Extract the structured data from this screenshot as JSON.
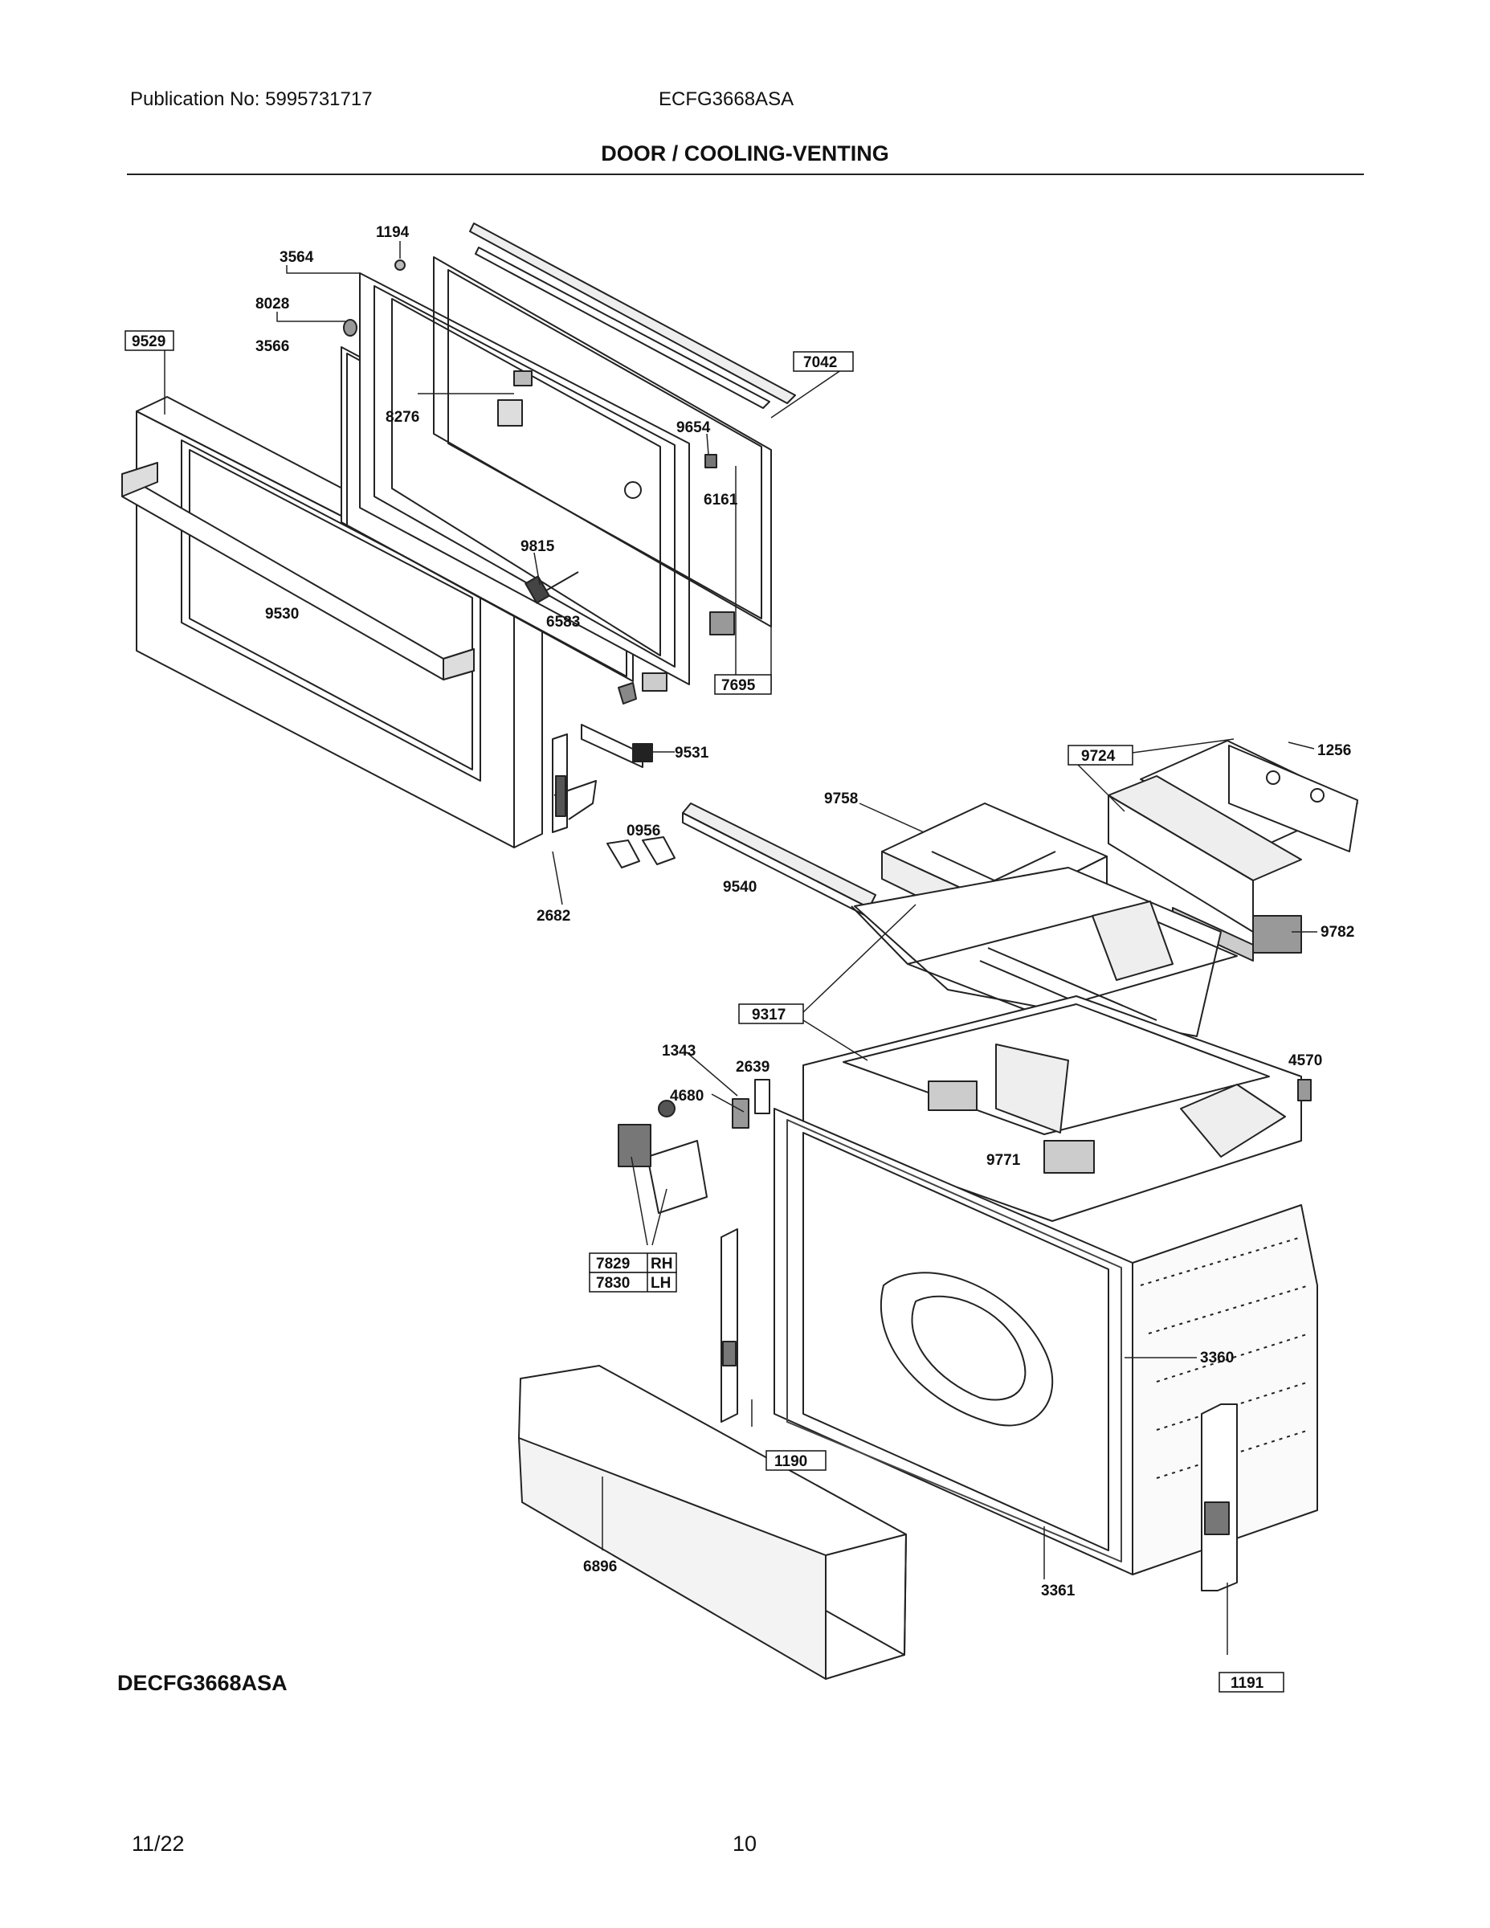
{
  "header": {
    "publication": "Publication No: 5995731717",
    "model": "ECFG3668ASA",
    "title": "DOOR / COOLING-VENTING"
  },
  "callouts": [
    {
      "id": "1194",
      "boxed": false
    },
    {
      "id": "3564",
      "boxed": false
    },
    {
      "id": "8028",
      "boxed": false
    },
    {
      "id": "9529",
      "boxed": true
    },
    {
      "id": "3566",
      "boxed": false
    },
    {
      "id": "7042",
      "boxed": true
    },
    {
      "id": "8276",
      "boxed": false
    },
    {
      "id": "9654",
      "boxed": false
    },
    {
      "id": "6161",
      "boxed": false
    },
    {
      "id": "9815",
      "boxed": false
    },
    {
      "id": "9530",
      "boxed": false
    },
    {
      "id": "6583",
      "boxed": false
    },
    {
      "id": "7695",
      "boxed": true
    },
    {
      "id": "9531",
      "boxed": false
    },
    {
      "id": "9724",
      "boxed": true
    },
    {
      "id": "1256",
      "boxed": false
    },
    {
      "id": "9758",
      "boxed": false
    },
    {
      "id": "0956",
      "boxed": false
    },
    {
      "id": "9540",
      "boxed": false
    },
    {
      "id": "2682",
      "boxed": false
    },
    {
      "id": "9782",
      "boxed": false
    },
    {
      "id": "9317",
      "boxed": true
    },
    {
      "id": "1343",
      "boxed": false
    },
    {
      "id": "2639",
      "boxed": false
    },
    {
      "id": "4570",
      "boxed": false
    },
    {
      "id": "4680",
      "boxed": false
    },
    {
      "id": "9771",
      "boxed": false
    },
    {
      "id": "7829",
      "suffix": "RH",
      "boxed": true
    },
    {
      "id": "7830",
      "suffix": "LH",
      "boxed": true
    },
    {
      "id": "3360",
      "boxed": false
    },
    {
      "id": "1190",
      "boxed": true
    },
    {
      "id": "6896",
      "boxed": false
    },
    {
      "id": "3361",
      "boxed": false
    },
    {
      "id": "1191",
      "boxed": true
    }
  ],
  "footer": {
    "diagram_code": "DECFG3668ASA",
    "date": "11/22",
    "page": "10"
  }
}
